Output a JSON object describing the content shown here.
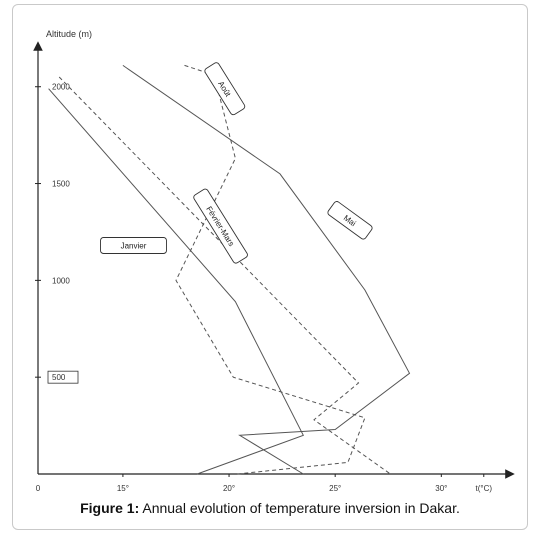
{
  "chart_data": {
    "type": "line",
    "ylabel": "Altitude (m)",
    "xlabel": "t(°C)",
    "xlim": [
      11,
      33
    ],
    "ylim": [
      0,
      2200
    ],
    "x_ticks": [
      {
        "value": 11,
        "label": "0"
      },
      {
        "value": 15,
        "label": "15°"
      },
      {
        "value": 20,
        "label": "20°"
      },
      {
        "value": 25,
        "label": "25°"
      },
      {
        "value": 30,
        "label": "30°"
      },
      {
        "value": 32,
        "label": "t(°C)"
      }
    ],
    "y_ticks": [
      {
        "value": 500,
        "label": "500"
      },
      {
        "value": 1000,
        "label": "1000"
      },
      {
        "value": 1500,
        "label": "1500"
      },
      {
        "value": 2000,
        "label": "2000"
      }
    ],
    "series": [
      {
        "name": "Janvier",
        "style": "solid",
        "points": [
          [
            11.5,
            1990
          ],
          [
            20.3,
            890
          ],
          [
            23.5,
            200
          ],
          [
            18.5,
            0
          ]
        ]
      },
      {
        "name": "Février-Mars",
        "style": "dashed",
        "points": [
          [
            12.0,
            2050
          ],
          [
            26.1,
            470
          ],
          [
            24.0,
            280
          ],
          [
            27.6,
            0
          ]
        ]
      },
      {
        "name": "Mai",
        "style": "solid",
        "points": [
          [
            15.0,
            2110
          ],
          [
            22.4,
            1550
          ],
          [
            26.4,
            950
          ],
          [
            28.5,
            520
          ],
          [
            25.0,
            230
          ],
          [
            20.5,
            200
          ],
          [
            23.5,
            0
          ]
        ]
      },
      {
        "name": "Août",
        "style": "dashed",
        "points": [
          [
            17.9,
            2110
          ],
          [
            19.3,
            2060
          ],
          [
            20.3,
            1630
          ],
          [
            17.5,
            1000
          ],
          [
            20.2,
            500
          ],
          [
            26.4,
            290
          ],
          [
            25.6,
            60
          ],
          [
            20.4,
            0
          ]
        ]
      }
    ],
    "annotations": [
      {
        "text": "Janvier",
        "x": 15.5,
        "y": 1180
      },
      {
        "text": "Février-Mars",
        "x": 19.6,
        "y": 1280
      },
      {
        "text": "Mai",
        "x": 25.7,
        "y": 1310
      },
      {
        "text": "Août",
        "x": 19.8,
        "y": 1990
      }
    ]
  },
  "caption": {
    "label": "Figure 1:",
    "text": " Annual evolution of temperature inversion in Dakar."
  }
}
